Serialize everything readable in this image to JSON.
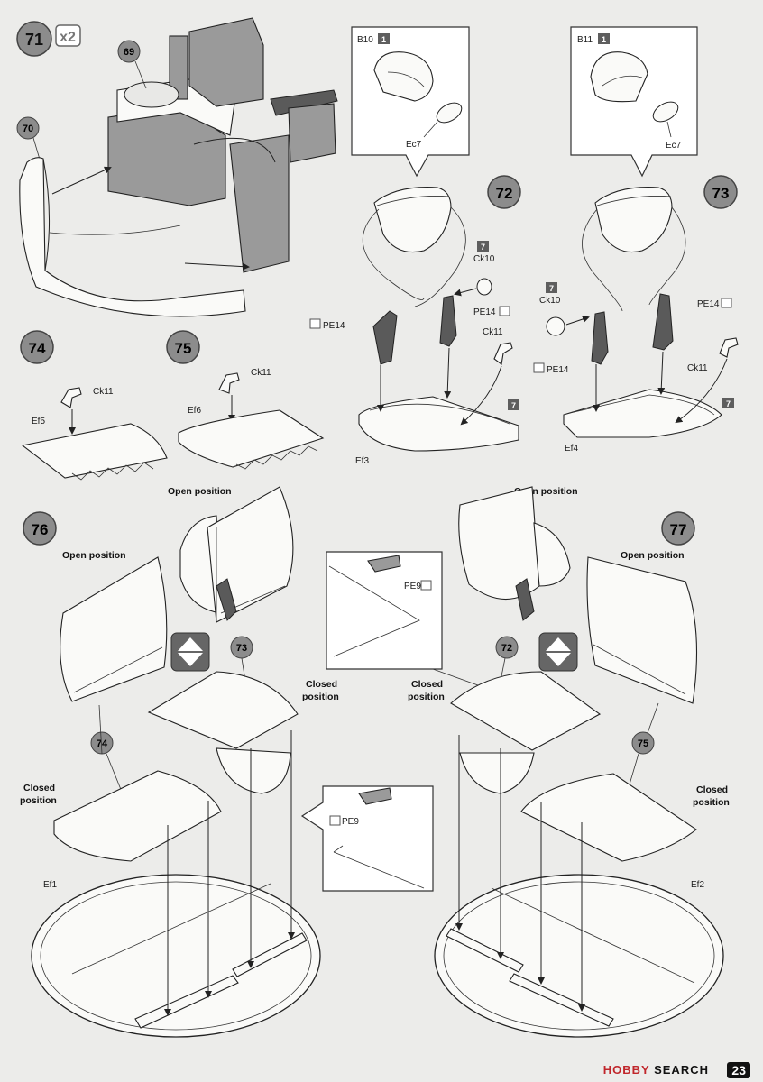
{
  "steps": {
    "s71": "71",
    "s71_mult": "x2",
    "s72": "72",
    "s73": "73",
    "s74": "74",
    "s75": "75",
    "s76": "76",
    "s77": "77"
  },
  "callouts": {
    "c69": "69",
    "c70": "70",
    "c73_ref": "73",
    "c74_ref": "74",
    "c72_ref": "72",
    "c75_ref": "75"
  },
  "parts": {
    "b10": "B10",
    "b11": "B11",
    "ec7_a": "Ec7",
    "ec7_b": "Ec7",
    "ck10_a": "Ck10",
    "ck10_b": "Ck10",
    "ck11_a": "Ck11",
    "ck11_b": "Ck11",
    "ck11_c": "Ck11",
    "ck11_d": "Ck11",
    "pe14_a": "PE14",
    "pe14_b": "PE14",
    "pe14_c": "PE14",
    "pe14_d": "PE14",
    "pe9_a": "PE9",
    "pe9_b": "PE9",
    "ef1": "Ef1",
    "ef2": "Ef2",
    "ef3": "Ef3",
    "ef4": "Ef4",
    "ef5": "Ef5",
    "ef6": "Ef6"
  },
  "paint": {
    "p1a": "1",
    "p1b": "1",
    "p7a": "7",
    "p7b": "7",
    "p7c": "7",
    "p7d": "7"
  },
  "positions": {
    "open_76a": "Open position",
    "open_76b": "Open position",
    "open_77a": "Open position",
    "open_77b": "Open position",
    "closed_76a": "Closed\nposition",
    "closed_76b": "Closed\nposition",
    "closed_77a": "Closed\nposition",
    "closed_77b": "Closed\nposition"
  },
  "closed_lines": {
    "l1": "Closed",
    "l2": "position"
  },
  "footer": {
    "brand_red": "HOBBY ",
    "brand_black": "SEARCH",
    "page_number": "23"
  },
  "colors": {
    "step_circle": "#8c8c8c",
    "paint_box": "#5e5e5e",
    "brand": "#c0262b"
  }
}
